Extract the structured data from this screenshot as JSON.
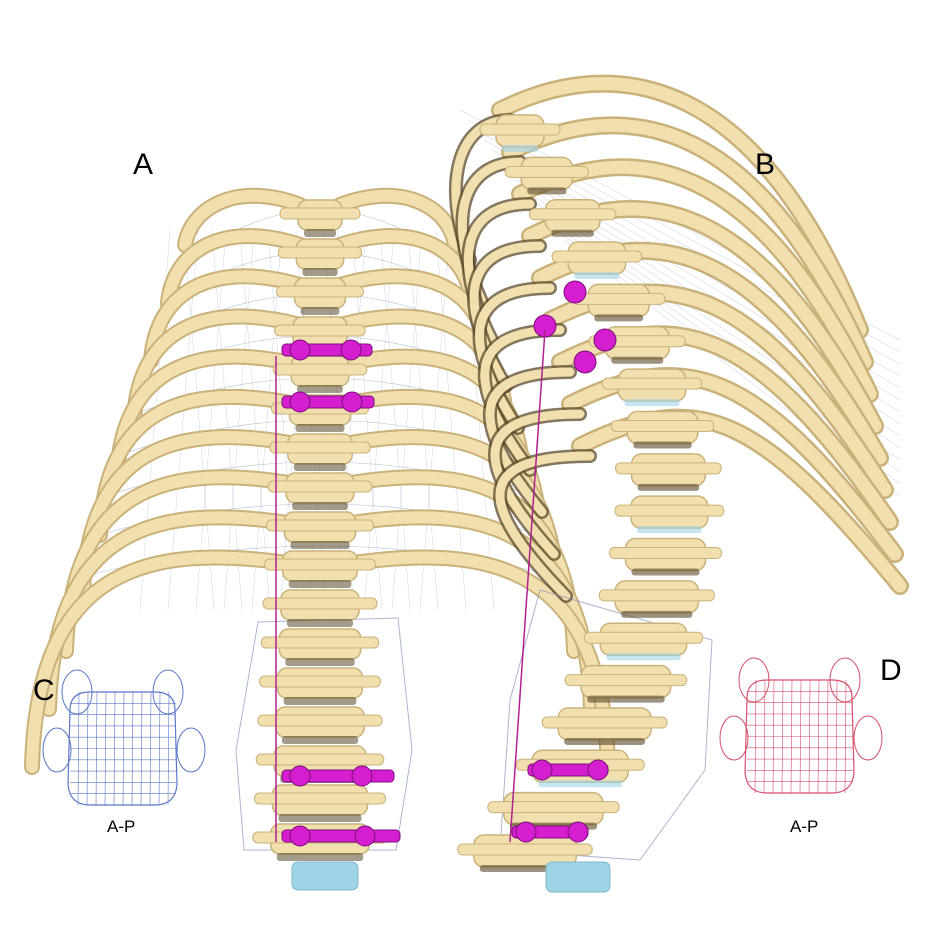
{
  "panels": {
    "a": {
      "letter": "A"
    },
    "b": {
      "letter": "B"
    },
    "c": {
      "letter": "C",
      "caption": "A-P"
    },
    "d": {
      "letter": "D",
      "caption": "A-P"
    }
  },
  "colors": {
    "bone": "#f2dfae",
    "bone_shadow": "#c9b27a",
    "bone_dark": "#5a4a2a",
    "implant": "#d51ecf",
    "implant_dark": "#7a0f78",
    "disc": "#9fd3e6",
    "mesh": "#8a96b8",
    "wire_c": "#5b78c8",
    "wire_d": "#d4506e",
    "rod": "#b0208f"
  },
  "icons": {
    "spine_model_front": "anterior-posterior-spine-rib-cage-model",
    "spine_model_side": "oblique-spine-rib-cage-model",
    "wireframe_c": "vertebra-wireframe-blue",
    "wireframe_d": "vertebra-wireframe-red"
  }
}
